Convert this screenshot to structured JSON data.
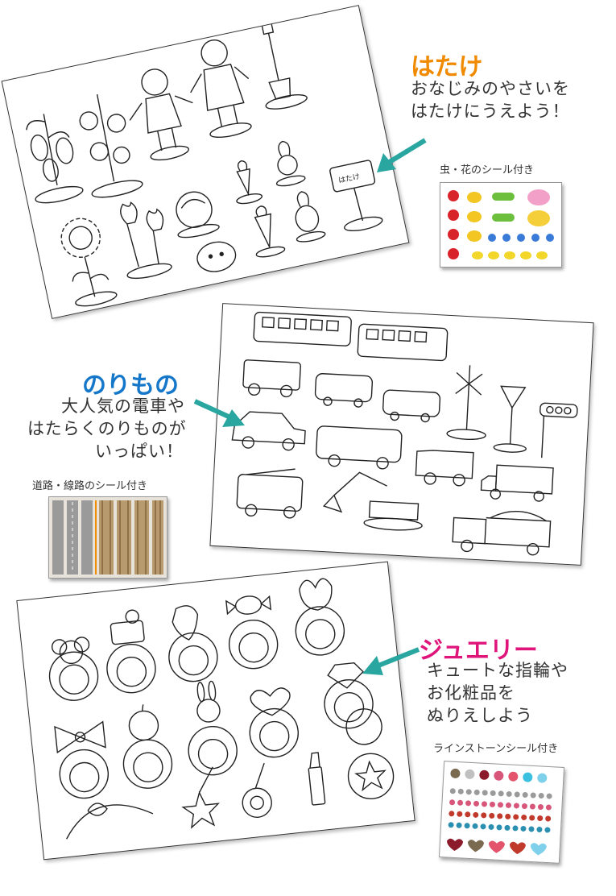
{
  "sections": {
    "hatake": {
      "title": "はたけ",
      "title_color": "#f08a00",
      "desc_lines": [
        "おなじみのやさいを",
        "はたけにうえよう！"
      ],
      "sticker_caption": "虫・花のシール付き",
      "sign_text": "はたけ"
    },
    "norimono": {
      "title": "のりもの",
      "title_color": "#1477c9",
      "desc_lines": [
        "大人気の電車や",
        "はたらくのりものが",
        "いっぱい！"
      ],
      "sticker_caption": "道路・線路のシール付き"
    },
    "jewelry": {
      "title": "ジュエリー",
      "title_color": "#e0157b",
      "desc_lines": [
        "キュートな指輪や",
        "お化粧品を",
        "ぬりえしよう"
      ],
      "sticker_caption": "ラインストーンシール付き"
    }
  },
  "arrow_color": "#2aa6a0",
  "icons": {
    "hatake_sheet": "vegetable-coloring-sheet-icon",
    "norimono_sheet": "vehicle-coloring-sheet-icon",
    "jewelry_sheet": "jewelry-coloring-sheet-icon",
    "bug_flower_stickers": "bug-flower-sticker-sheet-icon",
    "road_rail_stickers": "road-rail-sticker-sheet-icon",
    "rhinestone_stickers": "rhinestone-sticker-sheet-icon"
  }
}
